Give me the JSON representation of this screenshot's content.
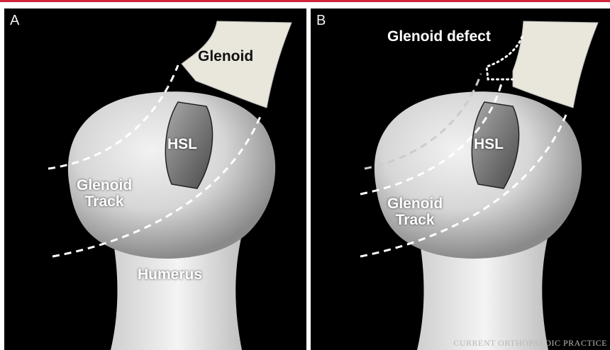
{
  "colors": {
    "accent_bar": "#d2233c",
    "background": "#000000",
    "bone": "#dcdcdc"
  },
  "panel_a": {
    "letter": "A",
    "glenoid": "Glenoid",
    "hsl": "HSL",
    "glenoid_track_line1": "Glenoid",
    "glenoid_track_line2": "Track",
    "humerus": "Humerus"
  },
  "panel_b": {
    "letter": "B",
    "glenoid_defect": "Glenoid defect",
    "hsl": "HSL",
    "glenoid_track_line1": "Glenoid",
    "glenoid_track_line2": "Track"
  },
  "watermark": "CURRENT ORTHOPAEDIC PRACTICE"
}
